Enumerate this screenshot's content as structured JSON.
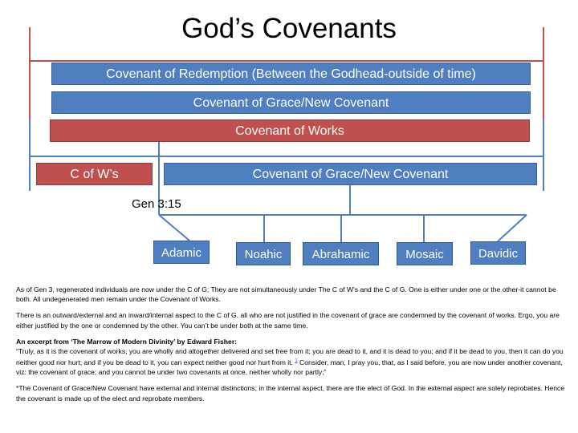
{
  "title": "God’s Covenants",
  "bars": {
    "redemption": "Covenant of Redemption (Between the Godhead-outside of time)",
    "grace_top": "Covenant of Grace/New Covenant",
    "works": "Covenant of Works",
    "cow_short": "C of W’s",
    "grace_lower": "Covenant of Grace/New Covenant"
  },
  "gen_label": "Gen 3:15",
  "dispensations": [
    "Adamic",
    "Noahic",
    "Abrahamic",
    "Mosaic",
    "Davidic"
  ],
  "notes": {
    "p1": "As of Gen 3, regenerated individuals are now under the C of G; They are not simultaneously under The C of W’s and the C of G. One is either under one or the other-it cannot be both. All undegenerated men remain under the Covenant of Works.",
    "p2": "There is an outward/external and an inward/internal aspect to the C of G. all who are not justified in the covenant of grace are condemned by the covenant of works. Ergo, you are either justified by the one or condemned by the other. You can’t be under both at the same time.",
    "p3_head": "An excerpt from ‘The Marrow of Modern Divinity’ by Edward Fisher:",
    "p3_a": "“Truly, as it is the covenant of works, you are wholly and altogether delivered and set free from it; you are dead to it, and it is dead to you; and if it be dead to you, then it can do you neither good nor hurt; and if you be dead to it, you can expect neither good nor hurt from it.",
    "p3_ref": "1",
    "p3_b": " Consider, man, I pray you, that, as I said before, you are now under another covenant, viz: the covenant of grace; and you cannot be under two covenants at once, neither wholly nor partly;”",
    "p4": "*The Covenant of Grace/New Covenant have external and internal distinctions; in the internal aspect, there are the elect of God. In the external aspect are solely reprobates. Hence the covenant is made up of the elect and reprobate members."
  },
  "colors": {
    "blue": "#4f7fc1",
    "red": "#c0504d",
    "line_blue": "#4f7fc1",
    "line_red": "#c0504d"
  }
}
